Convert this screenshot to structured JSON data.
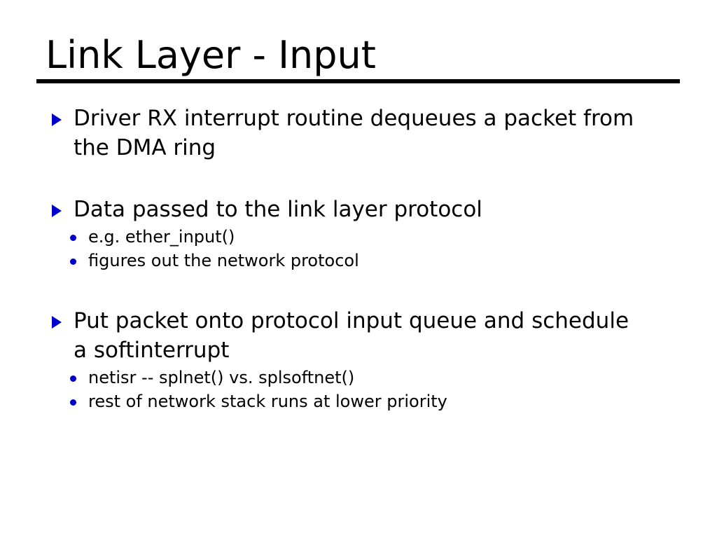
{
  "slide": {
    "title": "Link Layer - Input",
    "accent_color": "#0000cc",
    "text_color": "#000000",
    "background_color": "#ffffff",
    "bullets": [
      {
        "marker": "triangle-marker-icon",
        "text": "Driver RX interrupt routine dequeues a packet from the DMA ring",
        "sub": []
      },
      {
        "marker": "triangle-marker-icon",
        "text": "Data passed to the link layer protocol",
        "sub": [
          {
            "marker": "dot-marker-icon",
            "text": "e.g. ether_input()"
          },
          {
            "marker": "dot-marker-icon",
            "text": "figures out the network protocol"
          }
        ]
      },
      {
        "marker": "triangle-marker-icon",
        "text": "Put packet onto protocol input queue and schedule a softinterrupt",
        "sub": [
          {
            "marker": "dot-marker-icon",
            "text": "netisr -- splnet() vs. splsoftnet()"
          },
          {
            "marker": "dot-marker-icon",
            "text": "rest of network stack runs at lower priority"
          }
        ]
      }
    ]
  }
}
